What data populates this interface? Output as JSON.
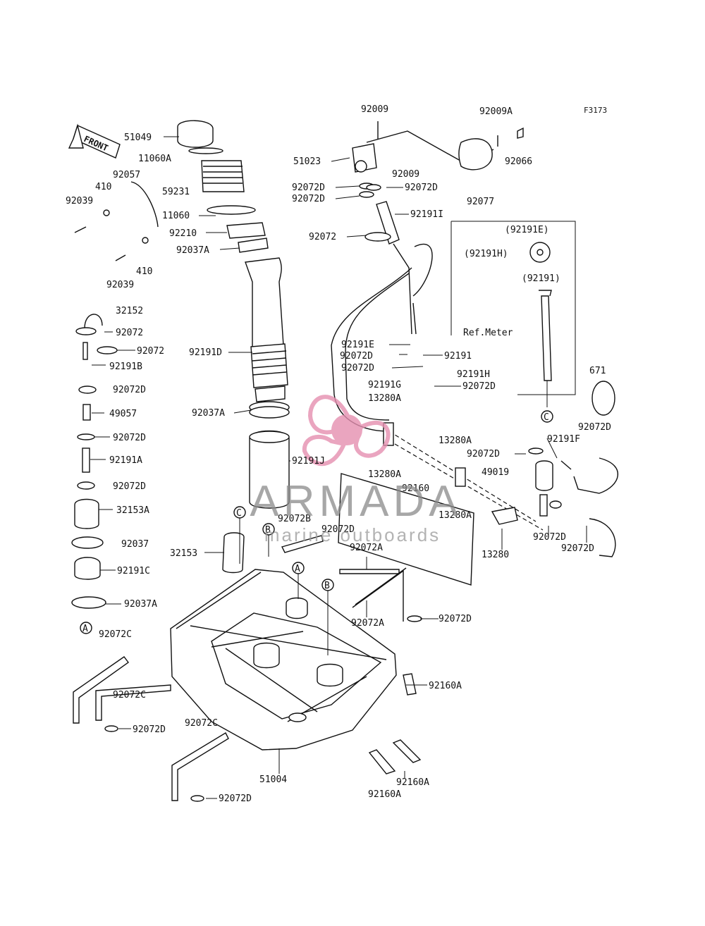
{
  "figure_code": "F3173",
  "front_label": "FRONT",
  "watermark": {
    "brand": "ARMADA",
    "tagline": "marine outboards",
    "logo_color": "#e58fb0"
  },
  "ref_labels": [
    "A",
    "B",
    "C"
  ],
  "callouts": [
    "51049",
    "11060A",
    "92057",
    "410",
    "92039",
    "59231",
    "11060",
    "92210",
    "92037A",
    "410",
    "92039",
    "32152",
    "92072",
    "92072",
    "92191B",
    "92072D",
    "49057",
    "92072D",
    "92191A",
    "92072D",
    "32153A",
    "92037",
    "92191C",
    "92037A",
    "92072C",
    "92191D",
    "92037A",
    "92191J",
    "32153",
    "92072B",
    "92009",
    "92009A",
    "F3173",
    "92066",
    "51023",
    "92009",
    "92072D",
    "92072D",
    "92072D",
    "92077",
    "92191I",
    "92072",
    "(92191E)",
    "(92191H)",
    "(92191)",
    "Ref.Meter",
    "92191E",
    "92072D",
    "92191",
    "92072D",
    "92191H",
    "92191G",
    "92072D",
    "13280A",
    "671",
    "92191F",
    "92072D",
    "13280A",
    "92072D",
    "49019",
    "13280A",
    "92160",
    "13280A",
    "92072D",
    "92072D",
    "13280",
    "92072D",
    "92072A",
    "92072A",
    "92072D",
    "92160A",
    "92072C",
    "92072D",
    "92072C",
    "92072D",
    "51004",
    "92160A",
    "92160A"
  ]
}
